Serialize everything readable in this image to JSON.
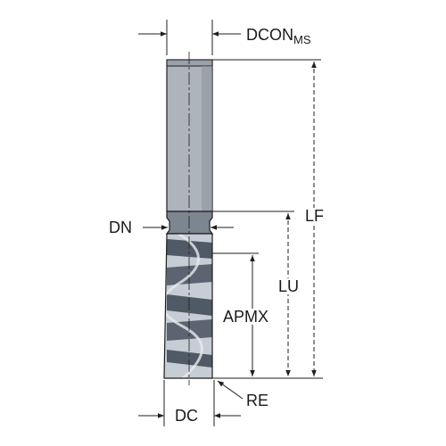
{
  "labels": {
    "dcon": "DCON",
    "dcon_sub": "MS",
    "lf": "LF",
    "lu": "LU",
    "dn": "DN",
    "apmx": "APMX",
    "dc": "DC",
    "re": "RE"
  },
  "colors": {
    "shank_fill": "#aeb4bc",
    "shank_shadow": "#8e959e",
    "neck_fill": "#7c8590",
    "flute_light": "#c7cdd4",
    "flute_dark": "#505966",
    "outline": "#1f1f1f"
  }
}
